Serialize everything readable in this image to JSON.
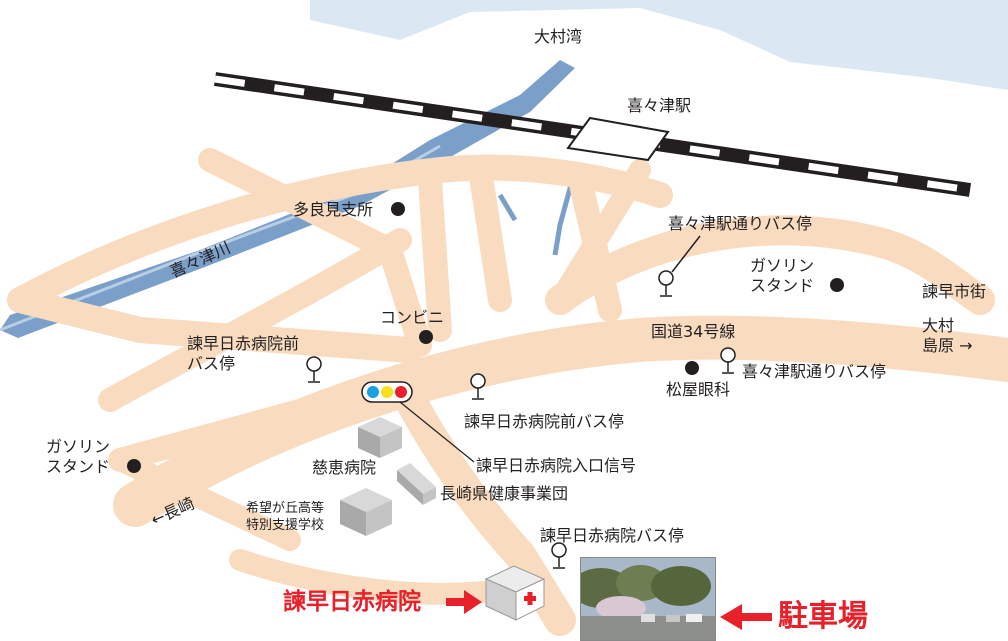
{
  "labels": {
    "bay": "大村湾",
    "station": "喜々津駅",
    "river": "喜々津川",
    "tarami_branch": "多良見支所",
    "kikitsu_dori_bus_top": "喜々津駅通りバス停",
    "gas_station_right": "ガソリン\nスタンド",
    "isahaya_city": "諫早市街",
    "omura_shimabara": "大村\n島原 →",
    "convenience": "コンビニ",
    "route34": "国道34号線",
    "hospital_front_bus_left": "諫早日赤病院前\nバス停",
    "kikitsu_dori_bus_right": "喜々津駅通りバス停",
    "matsuya_eye": "松屋眼科",
    "hospital_front_bus_center": "諫早日赤病院前バス停",
    "gas_station_left": "ガソリン\nスタンド",
    "nagasaki": "←長崎",
    "jikei_hospital": "慈恵病院",
    "hospital_entrance_signal": "諫早日赤病院入口信号",
    "health_foundation": "長崎県健康事業団",
    "kibougaoka_school": "希望が丘高等\n特別支援学校",
    "hospital_bus": "諫早日赤病院バス停",
    "hospital_name": "諫早日赤病院",
    "parking": "駐車場"
  },
  "colors": {
    "road": "#f9dcc0",
    "sea": "#dbe8f3",
    "river": "#7a9fc8",
    "accent_red": "#e8202a",
    "poi": "#231f20",
    "signal_blue": "#1aa0e0",
    "signal_yellow": "#f6e21a",
    "signal_red": "#e8202a"
  },
  "icons": {
    "poi_marker": "filled-circle",
    "bus_stop": "bus-stop-sign",
    "traffic_signal": "traffic-light",
    "hospital": "red-cross-building",
    "arrow": "red-arrow"
  }
}
